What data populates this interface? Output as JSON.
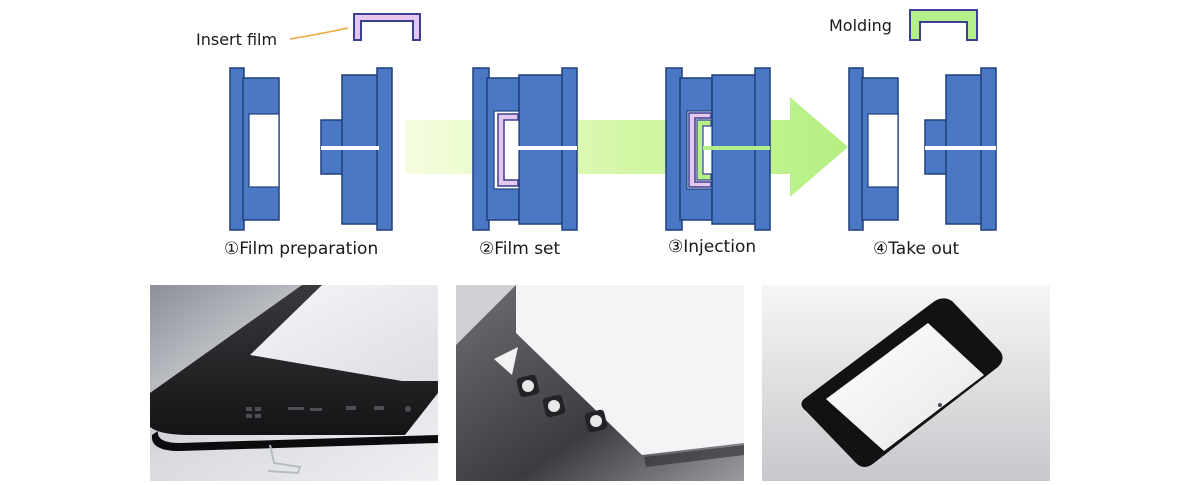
{
  "diagram": {
    "callouts": {
      "insert_film": "Insert film",
      "molding": "Molding"
    },
    "steps": [
      {
        "label": "①Film preparation"
      },
      {
        "label": "②Film set"
      },
      {
        "label": "③Injection"
      },
      {
        "label": "④Take out"
      }
    ]
  },
  "colors": {
    "mold": "#4a78c4",
    "mold_stroke": "#1f3f7a",
    "film": "#e6c8ee",
    "film_stroke": "#3a3f8f",
    "molding": "#b4ef8a",
    "arrow": "#c6f59a"
  },
  "photos": [
    {
      "subject": "appliance-panel-photo"
    },
    {
      "subject": "keypad-panel-photo"
    },
    {
      "subject": "device-frame-photo"
    }
  ]
}
